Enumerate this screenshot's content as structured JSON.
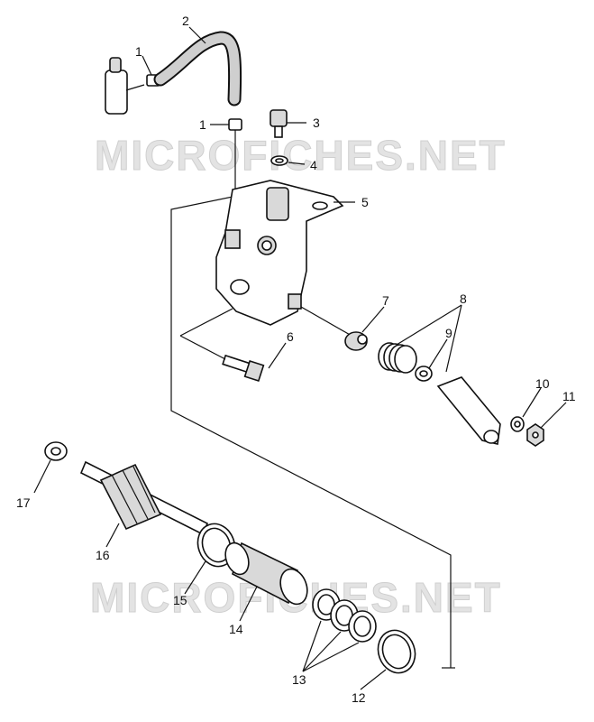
{
  "watermarks": [
    "MICROFICHES.NET",
    "MICROFICHES.NET"
  ],
  "callouts": [
    "1",
    "2",
    "1",
    "3",
    "4",
    "5",
    "6",
    "7",
    "8",
    "9",
    "10",
    "11",
    "17",
    "16",
    "15",
    "14",
    "13",
    "12"
  ],
  "colors": {
    "ink": "#111111",
    "watermark": "#e3e3e3",
    "background": "#ffffff"
  }
}
